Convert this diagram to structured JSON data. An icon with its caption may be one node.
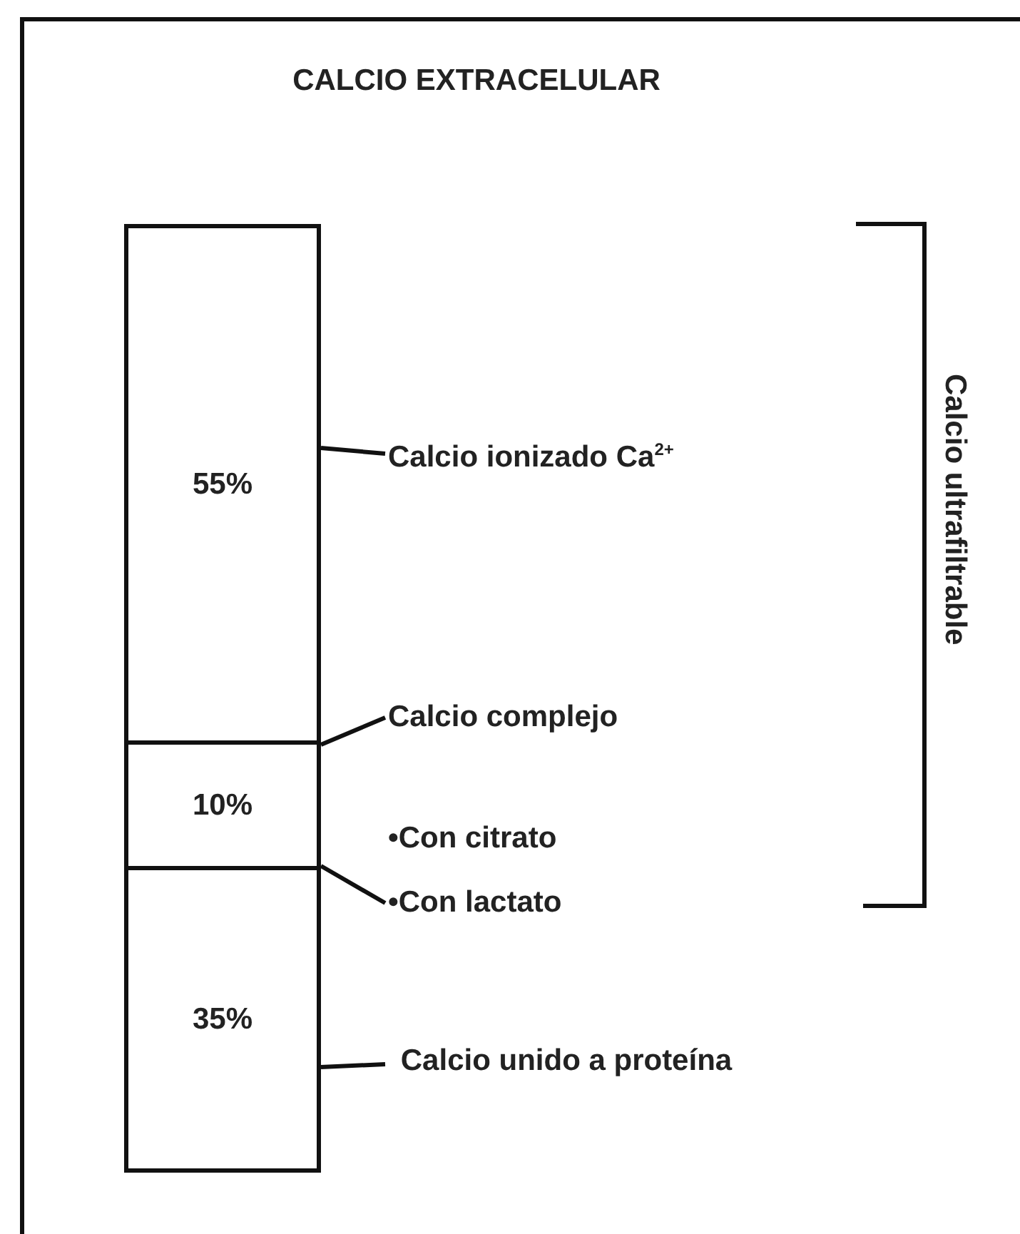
{
  "diagram": {
    "title": "CALCIO EXTRACELULAR",
    "nodes": [
      {
        "text": [
          "55%"
        ]
      },
      {
        "text": [
          "10%"
        ]
      },
      {
        "text": [
          "35%"
        ]
      },
      {
        "text": [
          "Calcio ionizado Ca$^{2+}$"
        ]
      },
      {
        "text": [
          "Calcio complejo"
        ]
      },
      {
        "text": [
          "•Con citrato"
        ]
      },
      {
        "text": [
          "•Con lactato"
        ]
      },
      {
        "text": [
          "Calcio unido a proteína"
        ]
      }
    ],
    "edges": [
      {
        "from": 3,
        "to": 0,
        "arrow": "none"
      },
      {
        "from": 4,
        "to": 1,
        "arrow": "none"
      },
      {
        "from": 6,
        "to": 1,
        "arrow": "none"
      },
      {
        "from": 7,
        "to": 2,
        "arrow": "none"
      }
    ],
    "labels": [
      "Calcio ultrafiltrable"
    ]
  }
}
